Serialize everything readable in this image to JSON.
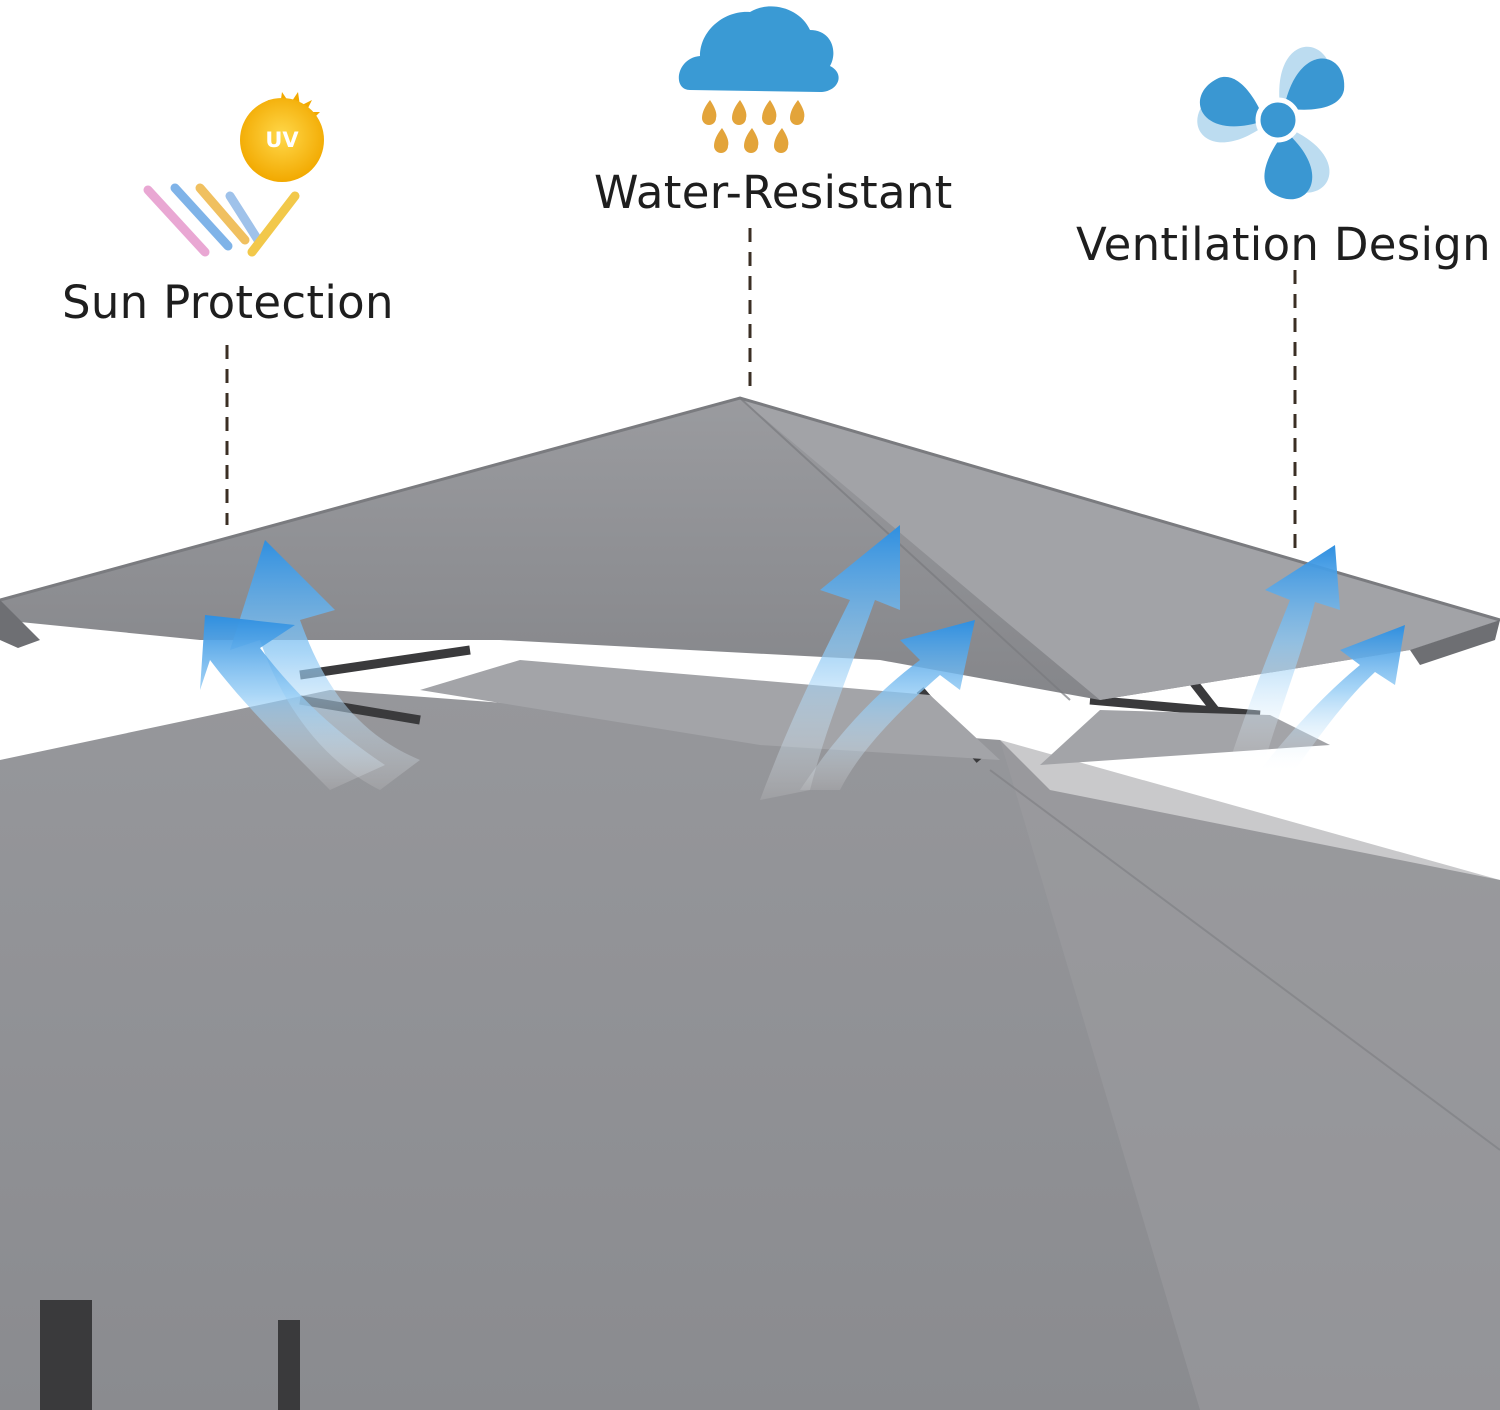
{
  "features": {
    "sun_protection": {
      "label": "Sun Protection",
      "icon": "uv-sun-icon",
      "badge": "UV"
    },
    "water_resistant": {
      "label": "Water-Resistant",
      "icon": "rain-cloud-icon"
    },
    "ventilation": {
      "label": "Ventilation Design",
      "icon": "fan-icon"
    }
  },
  "colors": {
    "canopy_gray": "#8f9094",
    "canopy_dark": "#6e6f73",
    "airflow_blue": "#2f8fe0",
    "cloud_blue": "#3a9ad4",
    "fan_blue": "#3a97d2",
    "sun_yellow": "#f5b800",
    "rain_orange": "#e3a43a",
    "leader_line": "#3b2f24"
  }
}
